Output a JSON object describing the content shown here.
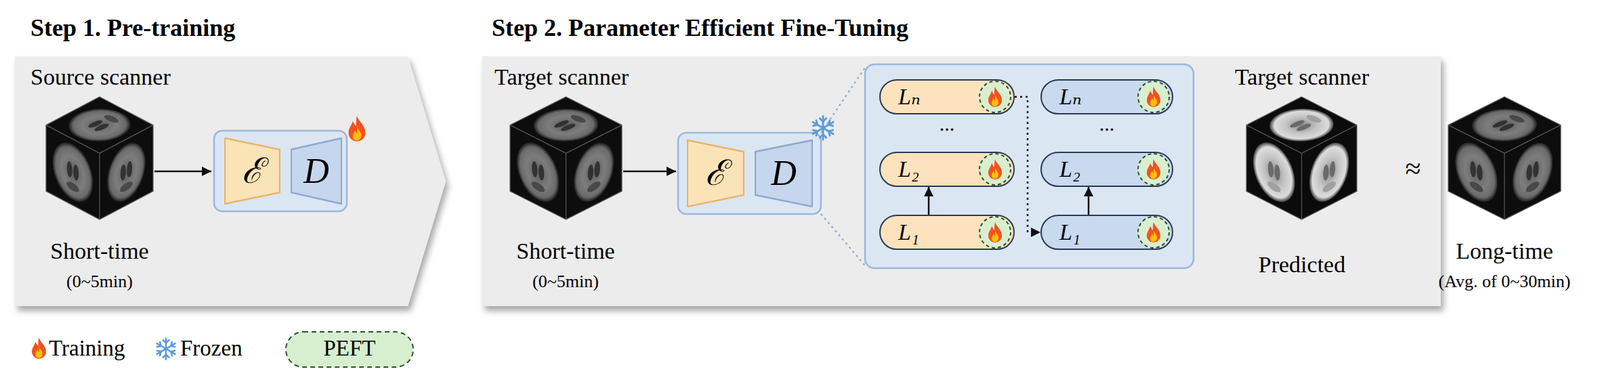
{
  "diagram": {
    "nodes": [
      {
        "text": [
          "Step 1. Pre-training"
        ]
      },
      {
        "text": [
          "ℰ"
        ],
        "in": 0
      },
      {
        "text": [
          "D"
        ],
        "in": 0
      },
      {
        "text": [
          "Step 2. Parameter Efficient Fine-Tuning"
        ]
      },
      {
        "text": [
          "ℰ"
        ],
        "in": 3
      },
      {
        "text": [
          "D"
        ],
        "in": 3
      },
      {
        "text": [
          "Lₙ"
        ],
        "in": 3
      },
      {
        "text": [
          "L₂"
        ],
        "in": 3
      },
      {
        "text": [
          "L₁"
        ],
        "in": 3
      },
      {
        "text": [
          "Lₙ"
        ],
        "in": 3
      },
      {
        "text": [
          "L₂"
        ],
        "in": 3
      },
      {
        "text": [
          "L₁"
        ],
        "in": 3
      }
    ],
    "edges": [
      {
        "from": 8,
        "to": 7,
        "arrow": "to"
      },
      {
        "from": 6,
        "to": 11,
        "arrow": "to"
      },
      {
        "from": 11,
        "to": 10,
        "arrow": "to"
      }
    ],
    "labels": [
      "Source scanner",
      "Short-time",
      "(0~5min)",
      "Target scanner",
      "Short-time",
      "(0~5min)",
      "...",
      "...",
      "Target scanner",
      "Predicted",
      "≈",
      "Long-time",
      "(Avg. of 0~30min)"
    ],
    "legend": [
      {
        "text": "Training"
      },
      {
        "text": "Frozen"
      },
      {
        "text": "PEFT"
      }
    ]
  }
}
